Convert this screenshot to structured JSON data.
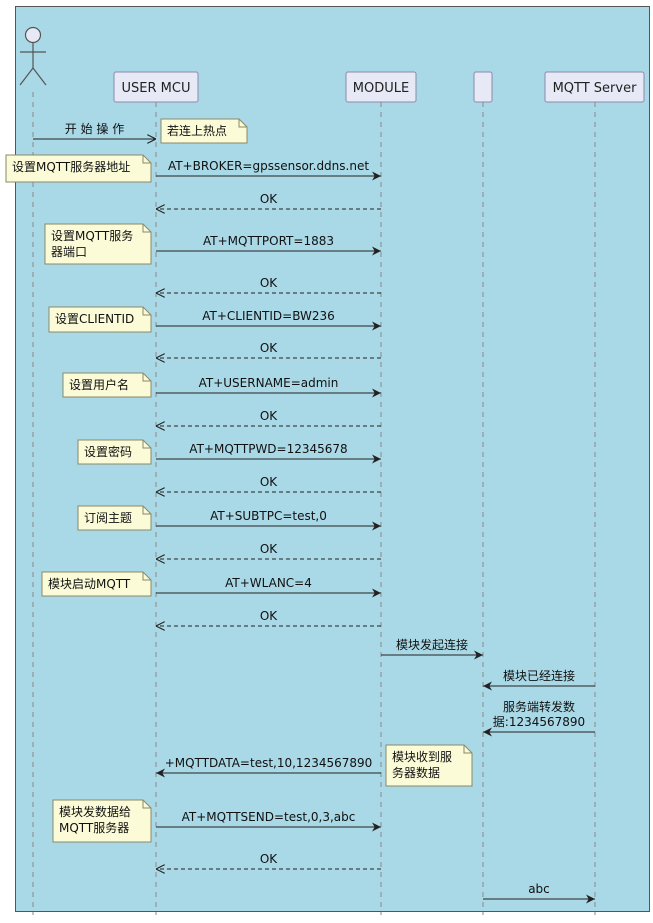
{
  "participants": [
    {
      "id": "user",
      "label": ""
    },
    {
      "id": "mcu",
      "label": "USER MCU"
    },
    {
      "id": "module",
      "label": "MODULE"
    },
    {
      "id": "blank",
      "label": ""
    },
    {
      "id": "server",
      "label": "MQTT Server"
    }
  ],
  "messages": [
    {
      "label": "开   始   操   作",
      "from": "user",
      "to": "mcu",
      "style": "open"
    },
    {
      "label": "AT+BROKER=gpssensor.ddns.net",
      "from": "mcu",
      "to": "module",
      "style": "solid"
    },
    {
      "label": "OK",
      "from": "module",
      "to": "mcu",
      "style": "dashed"
    },
    {
      "label": "AT+MQTTPORT=1883",
      "from": "mcu",
      "to": "module",
      "style": "solid"
    },
    {
      "label": "OK",
      "from": "module",
      "to": "mcu",
      "style": "dashed"
    },
    {
      "label": "AT+CLIENTID=BW236",
      "from": "mcu",
      "to": "module",
      "style": "solid"
    },
    {
      "label": "OK",
      "from": "module",
      "to": "mcu",
      "style": "dashed"
    },
    {
      "label": "AT+USERNAME=admin",
      "from": "mcu",
      "to": "module",
      "style": "solid"
    },
    {
      "label": "OK",
      "from": "module",
      "to": "mcu",
      "style": "dashed"
    },
    {
      "label": "AT+MQTTPWD=12345678",
      "from": "mcu",
      "to": "module",
      "style": "solid"
    },
    {
      "label": "OK",
      "from": "module",
      "to": "mcu",
      "style": "dashed"
    },
    {
      "label": "AT+SUBTPC=test,0",
      "from": "mcu",
      "to": "module",
      "style": "solid"
    },
    {
      "label": "OK",
      "from": "module",
      "to": "mcu",
      "style": "dashed"
    },
    {
      "label": "AT+WLANC=4",
      "from": "mcu",
      "to": "module",
      "style": "solid"
    },
    {
      "label": "OK",
      "from": "module",
      "to": "mcu",
      "style": "dashed"
    },
    {
      "label": "模块发起连接",
      "from": "module",
      "to": "blank",
      "style": "solid"
    },
    {
      "label": "模块已经连接",
      "from": "server",
      "to": "blank",
      "style": "solid"
    },
    {
      "label": "服务端转发数\n据:1234567890",
      "from": "server",
      "to": "blank",
      "style": "solid"
    },
    {
      "label": "+MQTTDATA=test,10,1234567890",
      "from": "module",
      "to": "mcu",
      "style": "solid"
    },
    {
      "label": "AT+MQTTSEND=test,0,3,abc",
      "from": "mcu",
      "to": "module",
      "style": "solid"
    },
    {
      "label": "OK",
      "from": "module",
      "to": "mcu",
      "style": "dashed"
    },
    {
      "label": "abc",
      "from": "blank",
      "to": "server",
      "style": "solid"
    }
  ],
  "notes": [
    {
      "text": "若连上热点"
    },
    {
      "text": "设置MQTT服务器地址"
    },
    {
      "text": "设置MQTT服务\n器端口"
    },
    {
      "text": "设置CLIENTID"
    },
    {
      "text": "设置用户名"
    },
    {
      "text": "设置密码"
    },
    {
      "text": "订阅主题"
    },
    {
      "text": "模块启动MQTT"
    },
    {
      "text": "模块收到服\n务器数据"
    },
    {
      "text": "模块发数据给\nMQTT服务器"
    }
  ]
}
